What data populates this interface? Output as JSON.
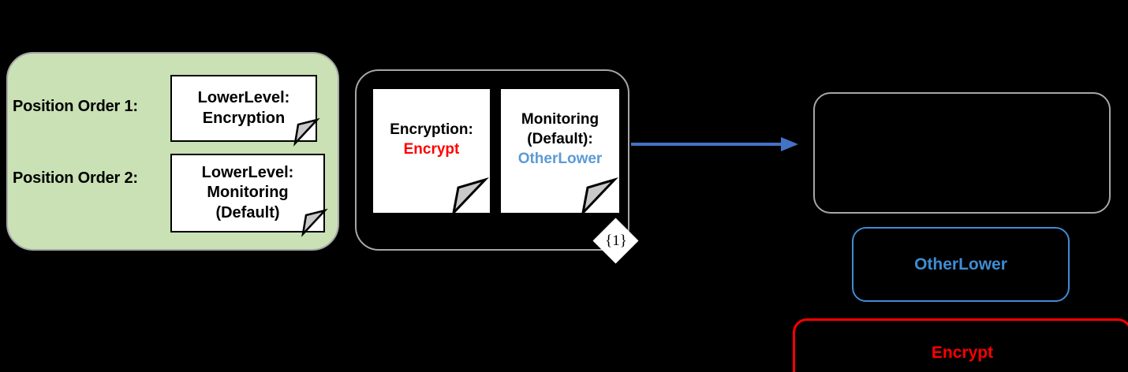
{
  "left_panel": {
    "name": "position-order-panel",
    "background_color": "#C9E1B4",
    "border_color": "#A6A6A6",
    "rows": [
      {
        "label": "Position Order 1:",
        "note_line_1": "LowerLevel:",
        "note_line_2": "Encryption",
        "note_line_3": ""
      },
      {
        "label": "Position Order 2:",
        "note_line_1": "LowerLevel:",
        "note_line_2": "Monitoring",
        "note_line_3": "(Default)"
      }
    ]
  },
  "middle_container": {
    "name": "document-group",
    "border_color": "#A6A6A6",
    "multiplicity": "{1}",
    "documents": [
      {
        "title": "Encryption:",
        "value": "Encrypt",
        "value_color": "#FF0000",
        "subtitle": ""
      },
      {
        "title": "Monitoring",
        "subtitle": "(Default):",
        "value": "OtherLower",
        "value_color": "#5B9BD5"
      }
    ]
  },
  "arrow": {
    "name": "flow-arrow",
    "color": "#4472C4",
    "direction": "right"
  },
  "right_panel": {
    "boxes": [
      {
        "name": "empty-box",
        "label": "",
        "border_color": "#A6A6A6",
        "text_color": "#A6A6A6"
      },
      {
        "name": "otherlower-box",
        "label": "OtherLower",
        "border_color": "#3E8DD4",
        "text_color": "#3E8DD4"
      },
      {
        "name": "encrypt-box",
        "label": "Encrypt",
        "border_color": "#FF0000",
        "text_color": "#FF0000"
      }
    ]
  }
}
